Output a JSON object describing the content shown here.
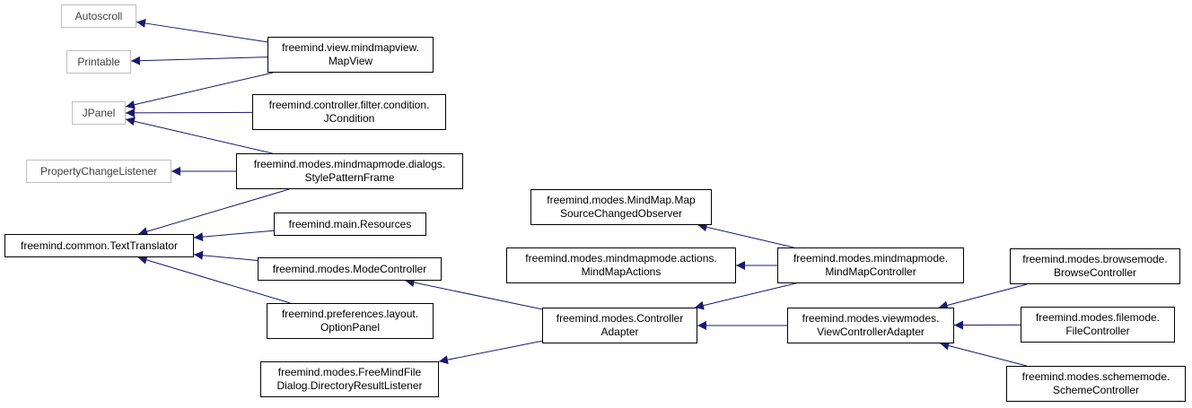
{
  "colors": {
    "edge": "#191970",
    "border": "#000000",
    "external_border": "#bfbfbf",
    "background": "#ffffff"
  },
  "nodes": {
    "autoscroll": {
      "lines": [
        "Autoscroll"
      ],
      "external": true
    },
    "printable": {
      "lines": [
        "Printable"
      ],
      "external": true
    },
    "jpanel": {
      "lines": [
        "JPanel"
      ],
      "external": true
    },
    "property_change_listener": {
      "lines": [
        "PropertyChangeListener"
      ],
      "external": true
    },
    "text_translator": {
      "lines": [
        "freemind.common.TextTranslator"
      ]
    },
    "map_view": {
      "lines": [
        "freemind.view.mindmapview.",
        "MapView"
      ]
    },
    "jcondition": {
      "lines": [
        "freemind.controller.filter.condition.",
        "JCondition"
      ]
    },
    "style_pattern_frame": {
      "lines": [
        "freemind.modes.mindmapmode.dialogs.",
        "StylePatternFrame"
      ]
    },
    "resources": {
      "lines": [
        "freemind.main.Resources"
      ]
    },
    "mode_controller": {
      "lines": [
        "freemind.modes.ModeController"
      ]
    },
    "option_panel": {
      "lines": [
        "freemind.preferences.layout.",
        "OptionPanel"
      ]
    },
    "directory_result_listener": {
      "lines": [
        "freemind.modes.FreeMindFile",
        "Dialog.DirectoryResultListener"
      ]
    },
    "controller_adapter": {
      "lines": [
        "freemind.modes.Controller",
        "Adapter"
      ]
    },
    "map_source_changed_observer": {
      "lines": [
        "freemind.modes.MindMap.Map",
        "SourceChangedObserver"
      ]
    },
    "mind_map_actions": {
      "lines": [
        "freemind.modes.mindmapmode.actions.",
        "MindMapActions"
      ]
    },
    "mind_map_controller": {
      "lines": [
        "freemind.modes.mindmapmode.",
        "MindMapController"
      ]
    },
    "view_controller_adapter": {
      "lines": [
        "freemind.modes.viewmodes.",
        "ViewControllerAdapter"
      ]
    },
    "browse_controller": {
      "lines": [
        "freemind.modes.browsemode.",
        "BrowseController"
      ]
    },
    "file_controller": {
      "lines": [
        "freemind.modes.filemode.",
        "FileController"
      ]
    },
    "scheme_controller": {
      "lines": [
        "freemind.modes.schememode.",
        "SchemeController"
      ]
    }
  },
  "edges": [
    {
      "from": "map_view",
      "to": "autoscroll"
    },
    {
      "from": "map_view",
      "to": "printable"
    },
    {
      "from": "map_view",
      "to": "jpanel"
    },
    {
      "from": "jcondition",
      "to": "jpanel"
    },
    {
      "from": "style_pattern_frame",
      "to": "jpanel"
    },
    {
      "from": "style_pattern_frame",
      "to": "property_change_listener"
    },
    {
      "from": "style_pattern_frame",
      "to": "text_translator"
    },
    {
      "from": "resources",
      "to": "text_translator"
    },
    {
      "from": "mode_controller",
      "to": "text_translator"
    },
    {
      "from": "option_panel",
      "to": "text_translator"
    },
    {
      "from": "controller_adapter",
      "to": "mode_controller"
    },
    {
      "from": "controller_adapter",
      "to": "directory_result_listener"
    },
    {
      "from": "mind_map_controller",
      "to": "map_source_changed_observer"
    },
    {
      "from": "mind_map_controller",
      "to": "mind_map_actions"
    },
    {
      "from": "mind_map_controller",
      "to": "controller_adapter"
    },
    {
      "from": "view_controller_adapter",
      "to": "controller_adapter"
    },
    {
      "from": "browse_controller",
      "to": "view_controller_adapter"
    },
    {
      "from": "file_controller",
      "to": "view_controller_adapter"
    },
    {
      "from": "scheme_controller",
      "to": "view_controller_adapter"
    }
  ]
}
